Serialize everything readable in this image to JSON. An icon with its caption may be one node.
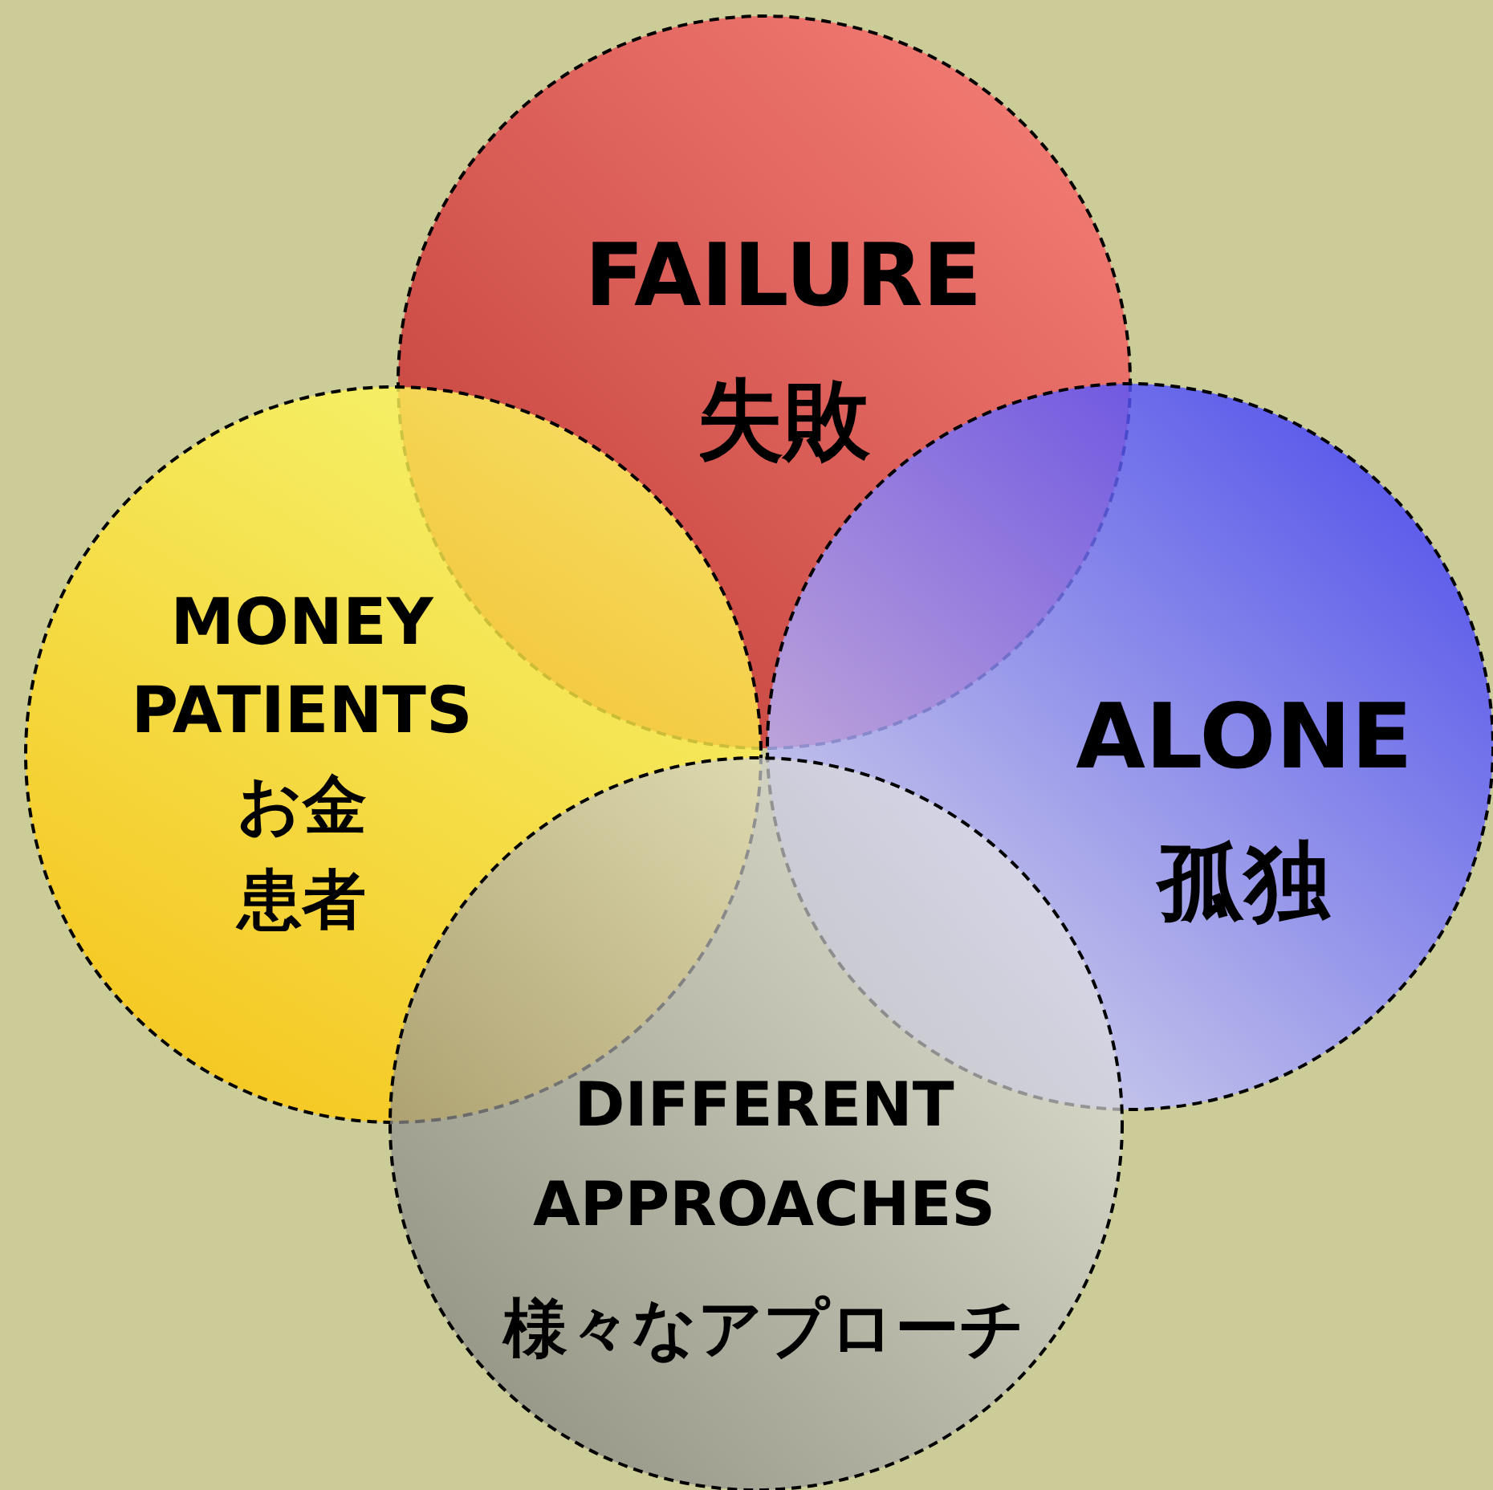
{
  "diagram": {
    "nodes": [
      {
        "text": [
          "FAILURE",
          "失敗"
        ]
      },
      {
        "text": [
          "MONEY",
          "PATIENTS",
          "お金",
          "患者"
        ]
      },
      {
        "text": [
          "ALONE",
          "孤独"
        ]
      },
      {
        "text": [
          "DIFFERENT",
          "APPROACHES",
          "様々なアプローチ"
        ]
      }
    ]
  }
}
